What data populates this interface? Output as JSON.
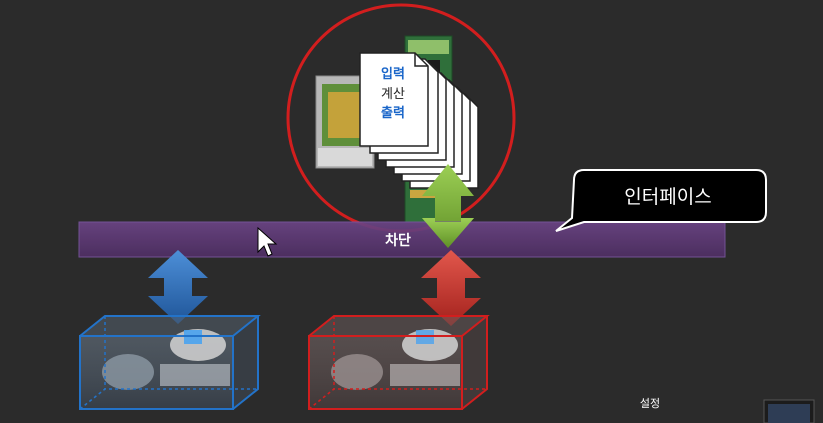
{
  "pipeline": {
    "input": "입력",
    "compute": "계산",
    "output": "출력"
  },
  "barrier": {
    "label": "차단"
  },
  "callout": {
    "label": "인터페이스"
  },
  "settings": {
    "label": "설정"
  },
  "colors": {
    "barrier": "#5e3a75",
    "circle": "#d21e1e",
    "green_arrow": "#7fb23a",
    "red_arrow": "#c8302b",
    "blue_arrow": "#2f6fb6",
    "blue_box": "#2373c9",
    "red_box": "#d21e1e"
  },
  "icons": [
    "cpu-chip-icon",
    "ram-module-icon",
    "mouse-icon",
    "hard-disk-icon",
    "mouse-pointer-icon"
  ]
}
